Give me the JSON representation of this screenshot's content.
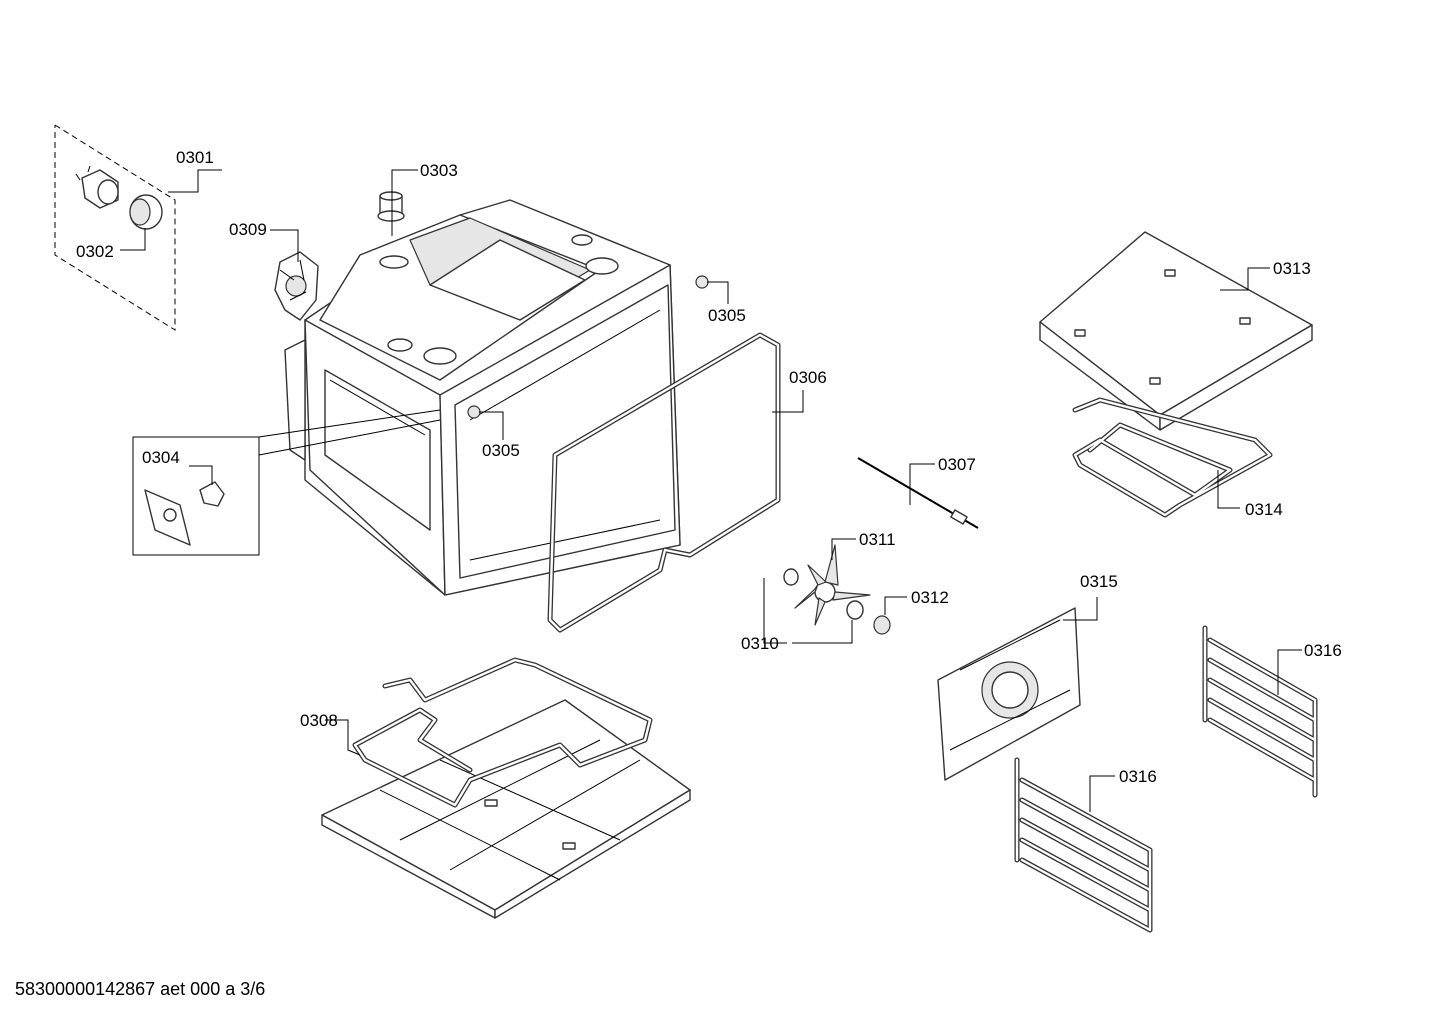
{
  "diagram": {
    "labels": {
      "l0301": "0301",
      "l0302": "0302",
      "l0303": "0303",
      "l0304": "0304",
      "l0305a": "0305",
      "l0305b": "0305",
      "l0306": "0306",
      "l0307": "0307",
      "l0308": "0308",
      "l0309": "0309",
      "l0310": "0310",
      "l0311": "0311",
      "l0312": "0312",
      "l0313": "0313",
      "l0314": "0314",
      "l0315": "0315",
      "l0316a": "0316",
      "l0316b": "0316"
    },
    "footer": "58300000142867 aet 000 a 3/6"
  }
}
